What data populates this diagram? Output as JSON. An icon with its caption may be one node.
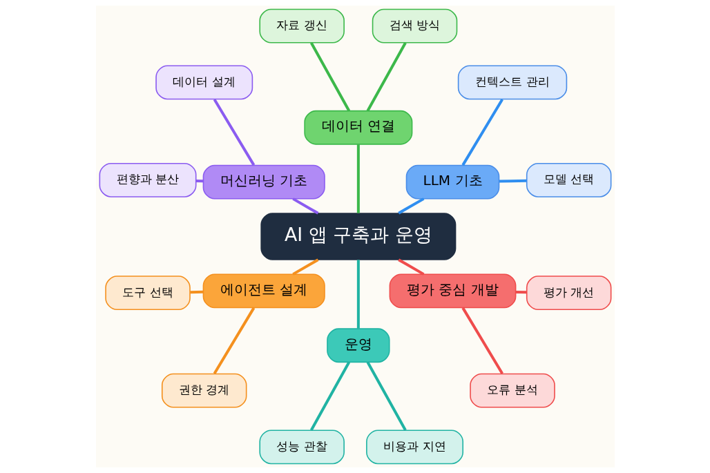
{
  "diagram": {
    "nodes": [
      {
        "text": [
          "AI 앱 구축과 운영"
        ]
      },
      {
        "text": [
          "LLM 기초"
        ]
      },
      {
        "text": [
          "모델 선택"
        ]
      },
      {
        "text": [
          "컨텍스트 관리"
        ]
      },
      {
        "text": [
          "데이터 연결"
        ]
      },
      {
        "text": [
          "검색 방식"
        ]
      },
      {
        "text": [
          "자료 갱신"
        ]
      },
      {
        "text": [
          "머신러닝 기초"
        ]
      },
      {
        "text": [
          "데이터 설계"
        ]
      },
      {
        "text": [
          "편향과 분산"
        ]
      },
      {
        "text": [
          "에이전트 설계"
        ]
      },
      {
        "text": [
          "도구 선택"
        ]
      },
      {
        "text": [
          "권한 경계"
        ]
      },
      {
        "text": [
          "운영"
        ]
      },
      {
        "text": [
          "성능 관찰"
        ]
      },
      {
        "text": [
          "비용과 지연"
        ]
      },
      {
        "text": [
          "평가 중심 개발"
        ]
      },
      {
        "text": [
          "오류 분석"
        ]
      },
      {
        "text": [
          "평가 개선"
        ]
      }
    ],
    "edges": [
      {
        "from": 0,
        "to": 1,
        "arrow": "none",
        "color": "#2f8ef0"
      },
      {
        "from": 1,
        "to": 2,
        "arrow": "none",
        "color": "#2f8ef0"
      },
      {
        "from": 1,
        "to": 3,
        "arrow": "none",
        "color": "#2f8ef0"
      },
      {
        "from": 0,
        "to": 4,
        "arrow": "none",
        "color": "#3cb84a"
      },
      {
        "from": 4,
        "to": 5,
        "arrow": "none",
        "color": "#3cb84a"
      },
      {
        "from": 4,
        "to": 6,
        "arrow": "none",
        "color": "#3cb84a"
      },
      {
        "from": 0,
        "to": 7,
        "arrow": "none",
        "color": "#8b5cf0"
      },
      {
        "from": 7,
        "to": 8,
        "arrow": "none",
        "color": "#8b5cf0"
      },
      {
        "from": 7,
        "to": 9,
        "arrow": "none",
        "color": "#8b5cf0"
      },
      {
        "from": 0,
        "to": 10,
        "arrow": "none",
        "color": "#f4901e"
      },
      {
        "from": 10,
        "to": 11,
        "arrow": "none",
        "color": "#f4901e"
      },
      {
        "from": 10,
        "to": 12,
        "arrow": "none",
        "color": "#f4901e"
      },
      {
        "from": 0,
        "to": 13,
        "arrow": "none",
        "color": "#20b3a3"
      },
      {
        "from": 13,
        "to": 14,
        "arrow": "none",
        "color": "#20b3a3"
      },
      {
        "from": 13,
        "to": 15,
        "arrow": "none",
        "color": "#20b3a3"
      },
      {
        "from": 0,
        "to": 16,
        "arrow": "none",
        "color": "#ef4c4c"
      },
      {
        "from": 16,
        "to": 17,
        "arrow": "none",
        "color": "#ef4c4c"
      },
      {
        "from": 16,
        "to": 18,
        "arrow": "none",
        "color": "#ef4c4c"
      }
    ]
  }
}
